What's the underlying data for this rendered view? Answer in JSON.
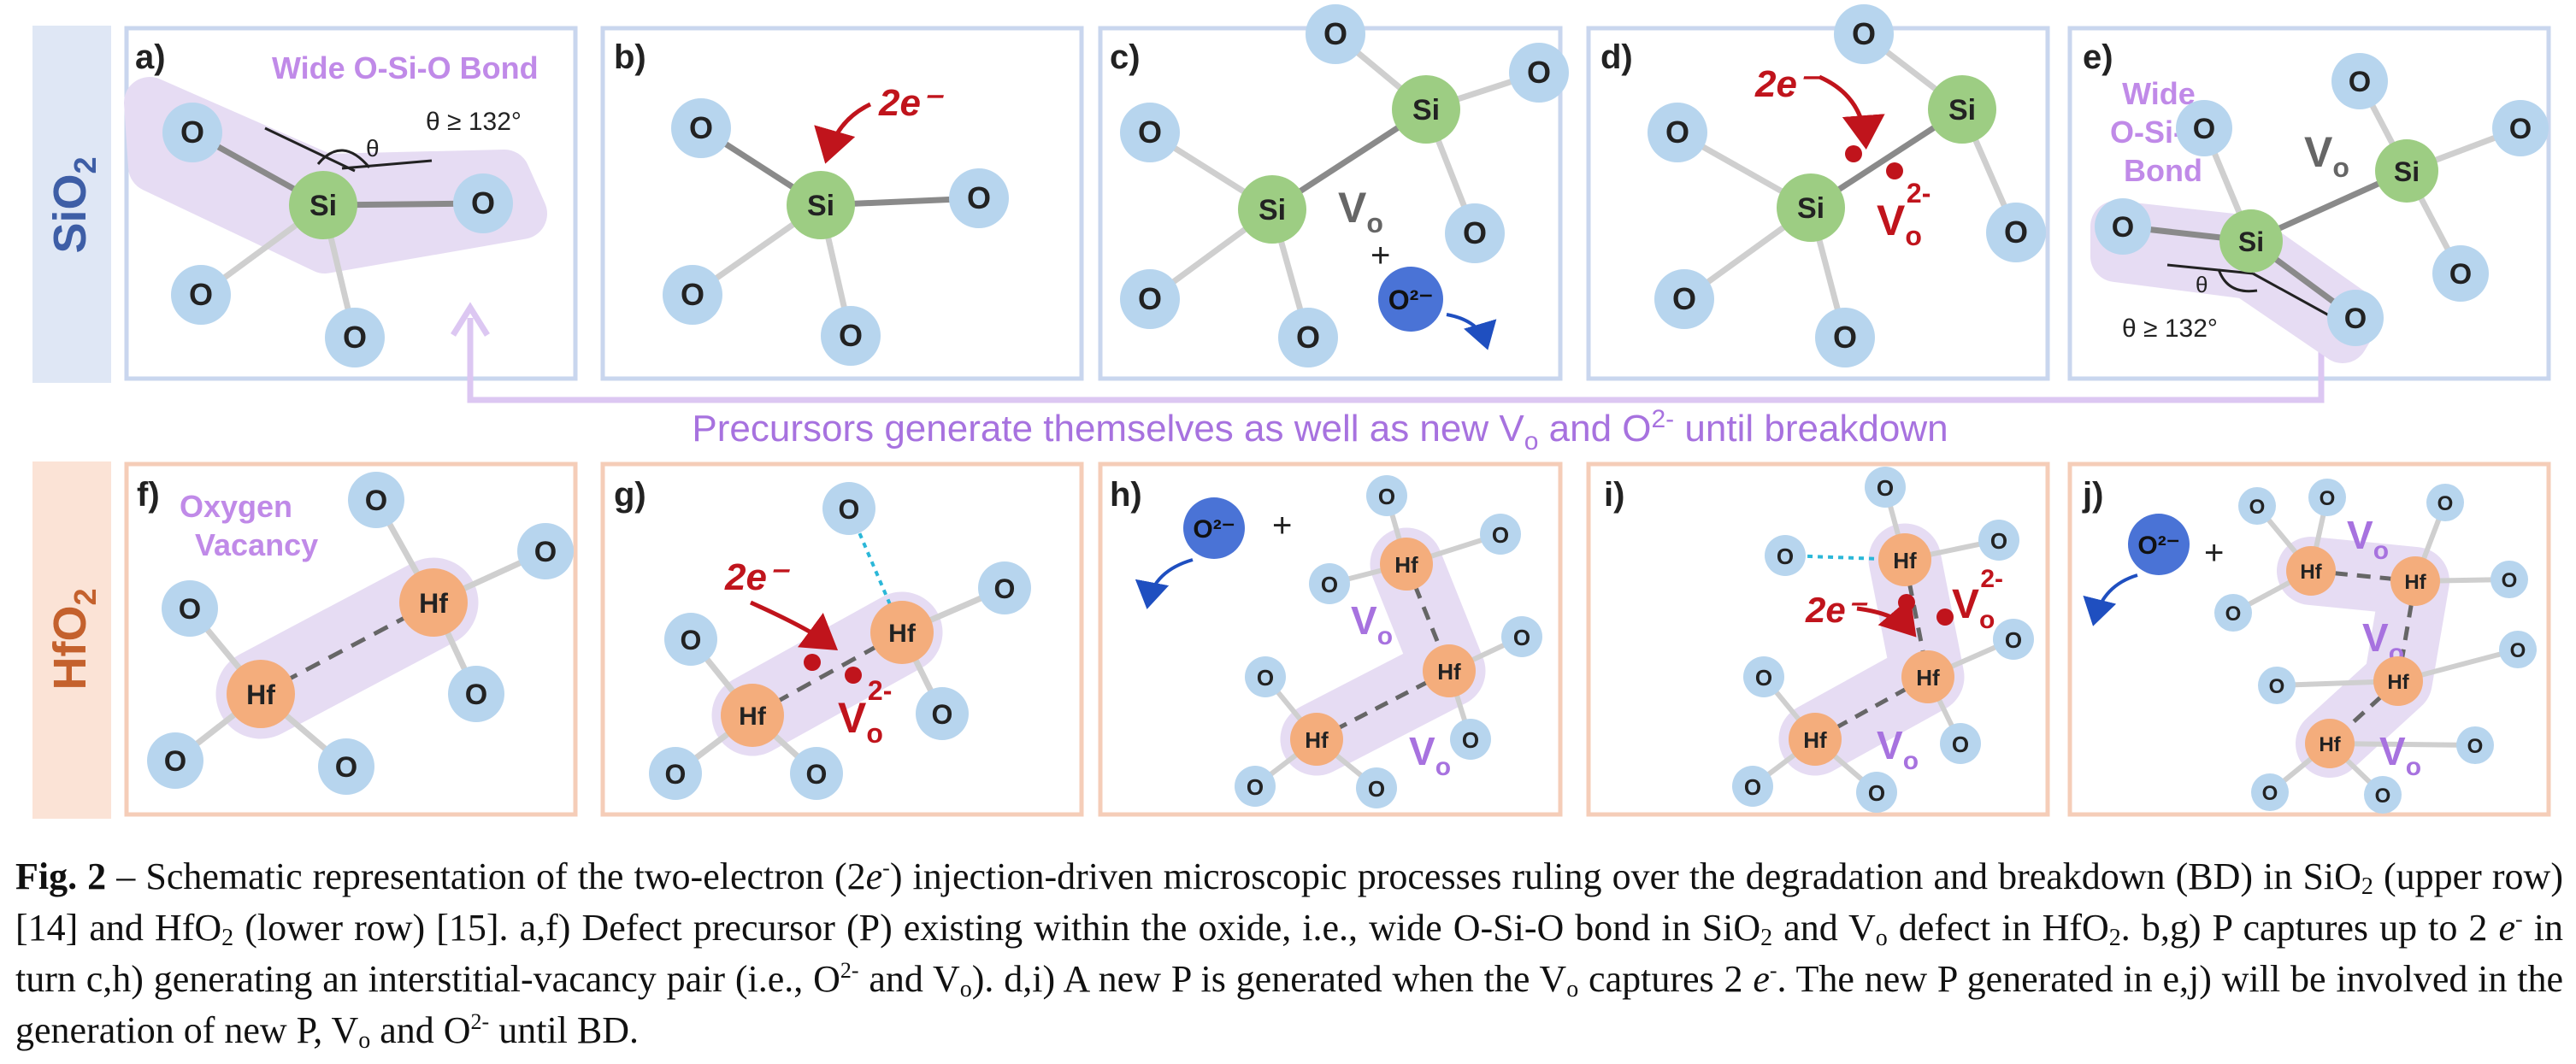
{
  "row_labels": {
    "sio2": {
      "main": "SiO",
      "sub": "2"
    },
    "hfo2": {
      "main": "HfO",
      "sub": "2"
    }
  },
  "colors": {
    "sio2_band": "#dfe7f5",
    "sio2_frame": "#c9d6ee",
    "sio2_text": "#3e5ea6",
    "hfo2_band": "#fbe3d6",
    "hfo2_frame": "#f5cdb8",
    "hfo2_text": "#c4612d",
    "oxygen": "#b7d5ee",
    "silicon": "#9dcd83",
    "hafnium": "#f4ad7c",
    "ion": "#4a73d6",
    "highlight": "#e6dcf3",
    "accent_purple": "#a772df",
    "electron_red": "#c0141c",
    "link_cyan": "#2bb7d8"
  },
  "panels": {
    "a": {
      "letter": "a)",
      "title": "Wide O-Si-O Bond",
      "angle_symbol": "θ",
      "angle_label": "θ ≥ 132°"
    },
    "b": {
      "letter": "b)",
      "charge": "2e⁻"
    },
    "c": {
      "letter": "c)",
      "vacancy": "V",
      "vacancy_sub": "o",
      "plus": "+",
      "ion": "O²⁻"
    },
    "d": {
      "letter": "d)",
      "charge": "2e⁻",
      "vacancy": "V",
      "vacancy_sub": "o",
      "vacancy_sup": "2-"
    },
    "e": {
      "letter": "e)",
      "title_lines": [
        "Wide",
        "O-Si-O",
        "Bond"
      ],
      "vacancy": "V",
      "vacancy_sub": "o",
      "angle_symbol": "θ",
      "angle_label": "θ ≥ 132°"
    },
    "f": {
      "letter": "f)",
      "title_lines": [
        "Oxygen",
        "Vacancy"
      ]
    },
    "g": {
      "letter": "g)",
      "charge": "2e⁻",
      "vacancy": "V",
      "vacancy_sub": "o",
      "vacancy_sup": "2-"
    },
    "h": {
      "letter": "h)",
      "ion": "O²⁻",
      "plus": "+",
      "vacancy": "V",
      "vacancy_sub": "o"
    },
    "i": {
      "letter": "i)",
      "charge": "2e⁻",
      "vacancy": "V",
      "vacancy_sub": "o",
      "vacancy_sup": "2-"
    },
    "j": {
      "letter": "j)",
      "ion": "O²⁻",
      "plus": "+",
      "vacancy": "V",
      "vacancy_sub": "o"
    }
  },
  "atoms": {
    "oxygen": "O",
    "silicon": "Si",
    "hafnium": "Hf"
  },
  "precursor_note": {
    "pre": "Precursors generate themselves as well as new V",
    "sub": "o",
    "mid": " and O",
    "sup": "2-",
    "post": " until breakdown"
  },
  "caption": {
    "fig": "Fig. 2",
    "dash": " – ",
    "t1": " Schematic representation of the two-electron (2",
    "e": "e",
    "sup_minus": "-",
    "t2": ") injection-driven microscopic processes ruling over the degradation and breakdown (BD) in SiO",
    "sub2": "2",
    "t3": " (upper row) [14] and HfO",
    "t4": " (lower row) [15]. a,f) Defect precursor (P) existing within the oxide, i.e., wide O-Si-O bond in SiO",
    "t5": " and V",
    "sub_o": "o",
    "t6": " defect in HfO",
    "t7": ". b,g) P captures up to 2 ",
    "t8": " in turn c,h) generating an interstitial-vacancy pair (i.e., O",
    "sup_2minus": "2-",
    "t9": " and V",
    "t10": "). d,i) A new P is generated when the V",
    "t11": " captures 2 ",
    "t12": ". The new P generated in e,j) will be involved in the generation of new P, V",
    "t13": " and O",
    "t14": " until BD."
  }
}
